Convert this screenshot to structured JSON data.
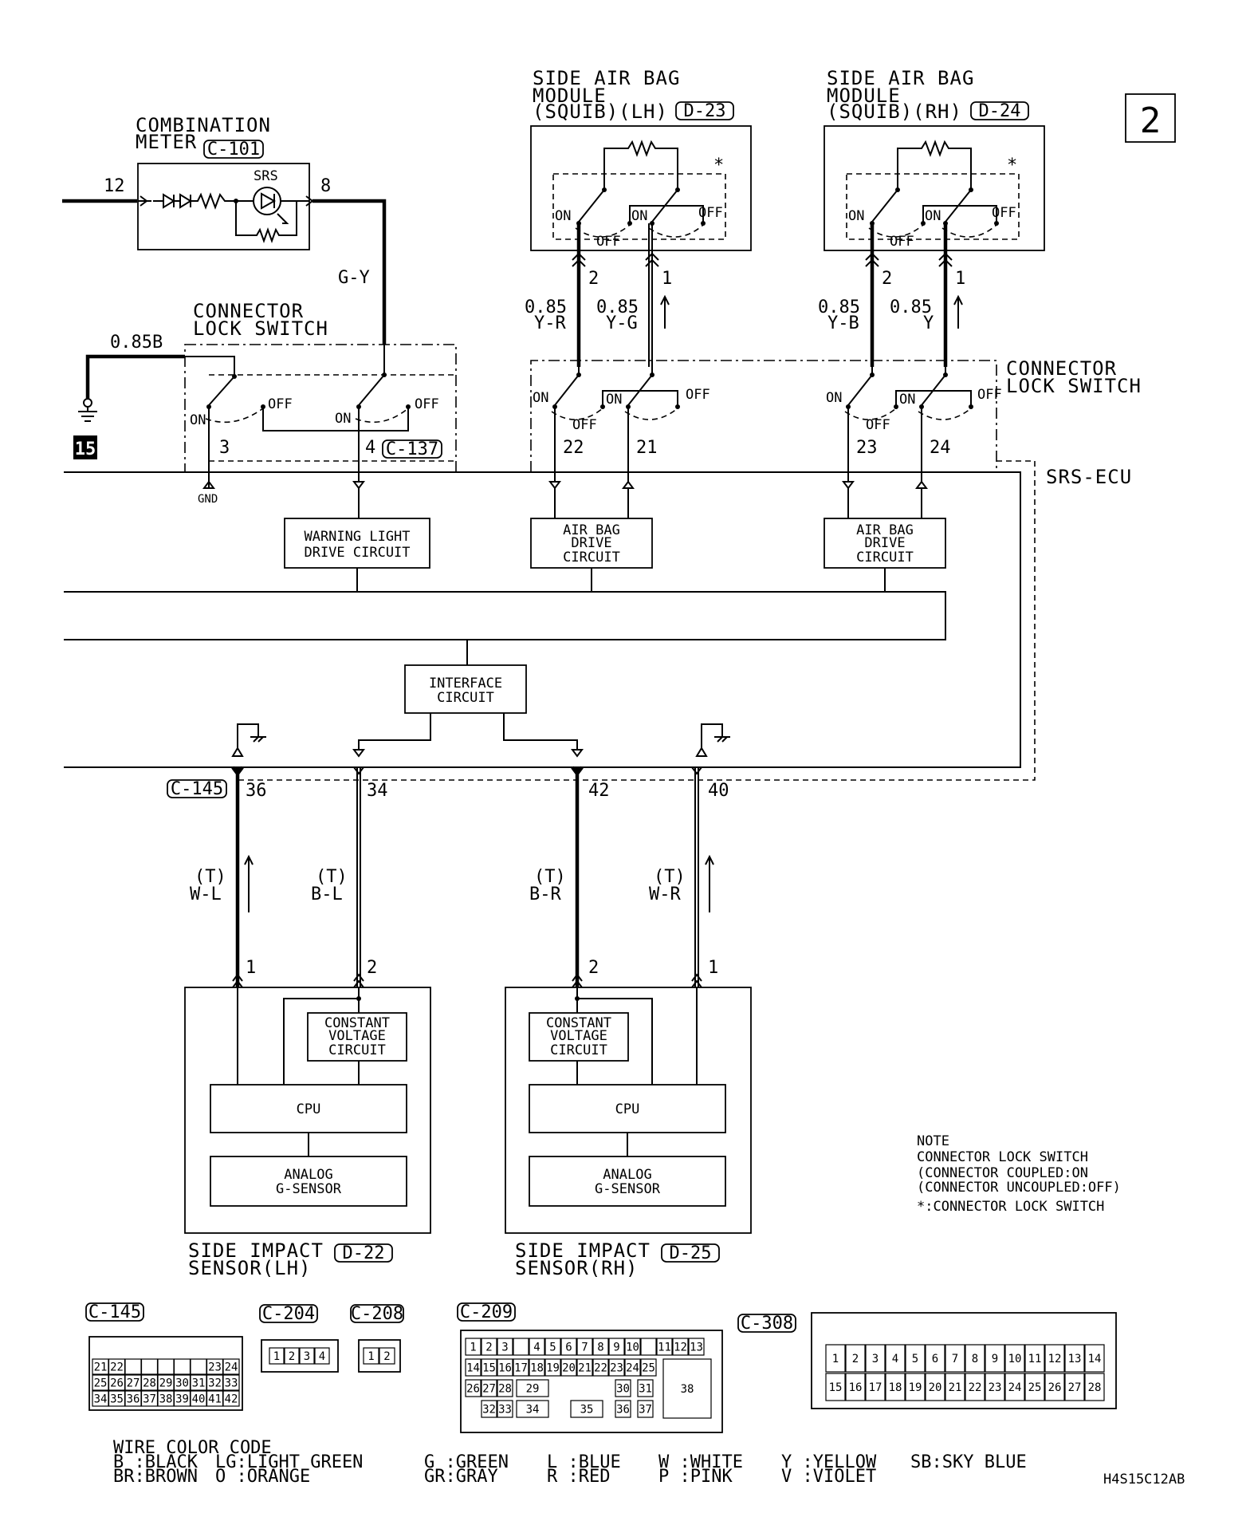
{
  "page_number": "2",
  "diagram_code": "H4S15C12AB",
  "combination_meter": {
    "title_line1": "COMBINATION",
    "title_line2": "METER",
    "connector": "C-101",
    "pin_left": "12",
    "pin_right": "8",
    "lamp": "SRS"
  },
  "wire_gy": "G-Y",
  "wire_085b": "0.85B",
  "ground_number": "15",
  "lock_switch_left": {
    "title_line1": "CONNECTOR",
    "title_line2": "LOCK SWITCH",
    "pin_a": "3",
    "pin_b": "4",
    "connector": "C-137",
    "on": "ON",
    "off": "OFF",
    "gnd": "GND"
  },
  "lock_switch_right": {
    "title_line1": "CONNECTOR",
    "title_line2": "LOCK SWITCH"
  },
  "srs_ecu": "SRS-ECU",
  "airbag_lh": {
    "title_line1": "SIDE AIR BAG",
    "title_line2": "MODULE",
    "title_line3": "(SQUIB)(LH)",
    "connector": "D-23",
    "pin1": "2",
    "pin2": "1",
    "wire1_gauge": "0.85",
    "wire1_color": "Y-R",
    "wire2_gauge": "0.85",
    "wire2_color": "Y-G",
    "ecu_pin1": "22",
    "ecu_pin2": "21"
  },
  "airbag_rh": {
    "title_line1": "SIDE AIR BAG",
    "title_line2": "MODULE",
    "title_line3": "(SQUIB)(RH)",
    "connector": "D-24",
    "pin1": "2",
    "pin2": "1",
    "wire1_gauge": "0.85",
    "wire1_color": "Y-B",
    "wire2_gauge": "0.85",
    "wire2_color": "Y",
    "ecu_pin1": "23",
    "ecu_pin2": "24"
  },
  "star": "*",
  "warning_circuit": {
    "line1": "WARNING LIGHT",
    "line2": "DRIVE CIRCUIT"
  },
  "airbag_circuit": {
    "line1": "AIR BAG",
    "line2": "DRIVE",
    "line3": "CIRCUIT"
  },
  "interface_circuit": {
    "line1": "INTERFACE",
    "line2": "CIRCUIT"
  },
  "ecu_connector": "C-145",
  "ecu_pins": [
    "36",
    "34",
    "42",
    "40"
  ],
  "wire_t": "(T)",
  "wires_bottom": [
    "W-L",
    "B-L",
    "B-R",
    "W-R"
  ],
  "sensor_lh": {
    "title_line1": "SIDE IMPACT",
    "title_line2": "SENSOR(LH)",
    "connector": "D-22",
    "pin1": "1",
    "pin2": "2"
  },
  "sensor_rh": {
    "title_line1": "SIDE IMPACT",
    "title_line2": "SENSOR(RH)",
    "connector": "D-25",
    "pin1": "2",
    "pin2": "1"
  },
  "constant_voltage": {
    "line1": "CONSTANT",
    "line2": "VOLTAGE",
    "line3": "CIRCUIT"
  },
  "cpu": "CPU",
  "analog_sensor": {
    "line1": "ANALOG",
    "line2": "G-SENSOR"
  },
  "note": {
    "line1": "NOTE",
    "line2": "CONNECTOR LOCK SWITCH",
    "line3": "(CONNECTOR COUPLED:ON",
    "line4": "(CONNECTOR UNCOUPLED:OFF)",
    "line5": "*:CONNECTOR LOCK SWITCH"
  },
  "connector_views": {
    "c145": {
      "label": "C-145",
      "rows": [
        [
          "21",
          "22",
          "",
          "",
          "",
          "",
          "",
          "23",
          "24"
        ],
        [
          "25",
          "26",
          "27",
          "28",
          "29",
          "30",
          "31",
          "32",
          "33"
        ],
        [
          "34",
          "35",
          "36",
          "37",
          "38",
          "39",
          "40",
          "41",
          "42"
        ]
      ]
    },
    "c204": {
      "label": "C-204",
      "pins": [
        "1",
        "2",
        "3",
        "4"
      ]
    },
    "c208": {
      "label": "C-208",
      "pins": [
        "1",
        "2"
      ]
    },
    "c209": {
      "label": "C-209",
      "row1": [
        "1",
        "2",
        "3",
        "",
        "4",
        "5",
        "6",
        "7",
        "8",
        "9",
        "10",
        "",
        "11",
        "12",
        "13"
      ],
      "row2": [
        "14",
        "15",
        "16",
        "17",
        "18",
        "19",
        "20",
        "21",
        "22",
        "23",
        "24",
        "25"
      ],
      "row3": [
        "26",
        "27",
        "28",
        "29",
        "30",
        "31"
      ],
      "row4": [
        "32",
        "33",
        "34",
        "35",
        "36",
        "37"
      ],
      "pin38": "38"
    },
    "c308": {
      "label": "C-308",
      "row1": [
        "1",
        "2",
        "3",
        "4",
        "5",
        "6",
        "7",
        "8",
        "9",
        "10",
        "11",
        "12",
        "13",
        "14"
      ],
      "row2": [
        "15",
        "16",
        "17",
        "18",
        "19",
        "20",
        "21",
        "22",
        "23",
        "24",
        "25",
        "26",
        "27",
        "28"
      ]
    }
  },
  "wire_color_code": {
    "title": "WIRE COLOR CODE",
    "col1_line1": "B :BLACK",
    "col1_line2": "BR:BROWN",
    "col2_line1": "LG:LIGHT GREEN",
    "col2_line2": "O :ORANGE",
    "col3_line1": "G :GREEN",
    "col3_line2": "GR:GRAY",
    "col4_line1": "L :BLUE",
    "col4_line2": "R :RED",
    "col5_line1": "W :WHITE",
    "col5_line2": "P :PINK",
    "col6_line1": "Y :YELLOW",
    "col6_line2": "V :VIOLET",
    "col7_line1": "SB:SKY BLUE"
  }
}
